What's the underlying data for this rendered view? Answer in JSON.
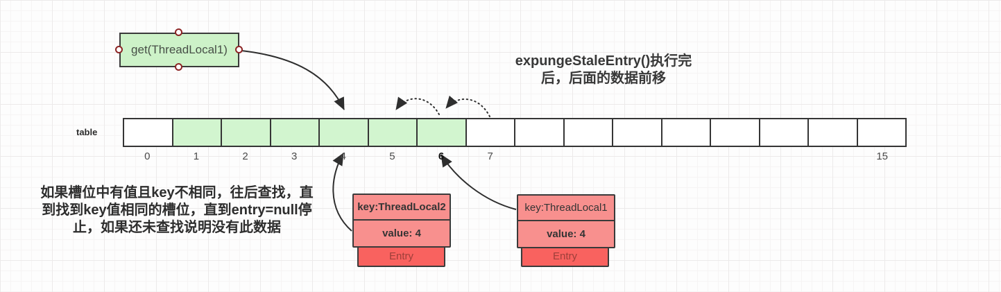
{
  "colors": {
    "cell_green": "#d2f5cf",
    "get_box_green": "#cdf2c8",
    "entry_kv_fill": "#f8908e",
    "entry_base_fill": "#f9625f",
    "border_dark": "#3a3a3a",
    "arrow": "#2e2e2e",
    "entry_label_text": "#9e3f3a",
    "handle_ring": "#8c2424"
  },
  "get_box": {
    "label": "get(ThreadLocal1)"
  },
  "title": {
    "lines": [
      "expungeStaleEntry()执行完",
      "后，后面的数据前移"
    ]
  },
  "note": {
    "lines": [
      "如果槽位中有值且key不相同，往后查找，直",
      "到找到key值相同的槽位，直到entry=null停",
      "止，如果还未查找说明没有此数据"
    ]
  },
  "table": {
    "label": "table",
    "cell_count": 16,
    "green_cells": [
      1,
      2,
      3,
      4,
      5,
      6
    ],
    "index_labels": [
      "0",
      "1",
      "2",
      "3",
      "4",
      "5",
      "6",
      "7",
      "",
      "",
      "",
      "",
      "",
      "",
      "",
      "15"
    ],
    "bold_index": 6
  },
  "entries": [
    {
      "key": "key:ThreadLocal2",
      "key_bold": true,
      "value": "value: 4",
      "base": "Entry"
    },
    {
      "key": "key:ThreadLocal1",
      "key_bold": false,
      "value": "value: 4",
      "base": "Entry"
    }
  ]
}
